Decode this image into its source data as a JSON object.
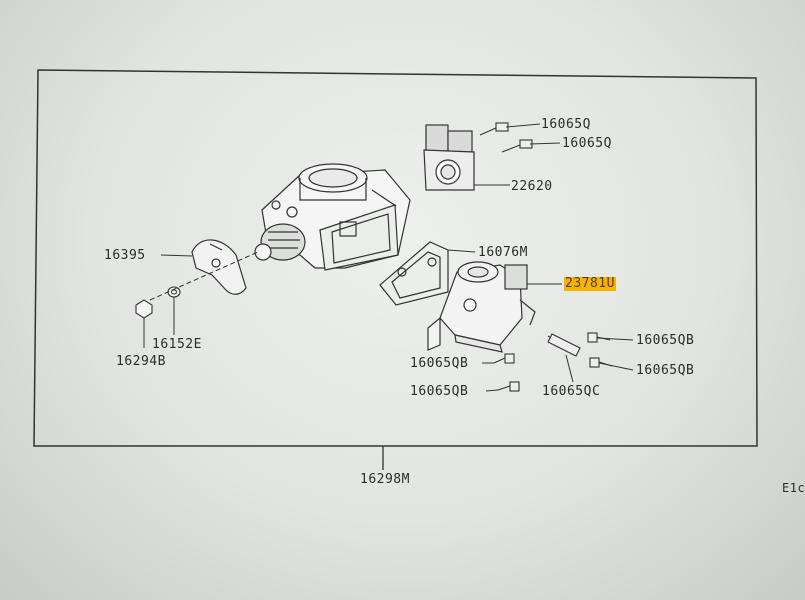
{
  "diagram": {
    "highlight_color": "#f5b400",
    "parts": {
      "bolt_a": "16065Q",
      "bolt_b": "16065Q",
      "sensor": "22620",
      "throttle_lever": "16395",
      "gasket": "16076M",
      "valve": "23781U",
      "washer": "16152E",
      "nut": "16294B",
      "screw_qb_1": "16065QB",
      "screw_qb_2": "16065QB",
      "screw_qb_3": "16065QB",
      "screw_qb_4": "16065QB",
      "screw_qc": "16065QC",
      "assembly": "16298M"
    },
    "figure_code": "E1c"
  }
}
